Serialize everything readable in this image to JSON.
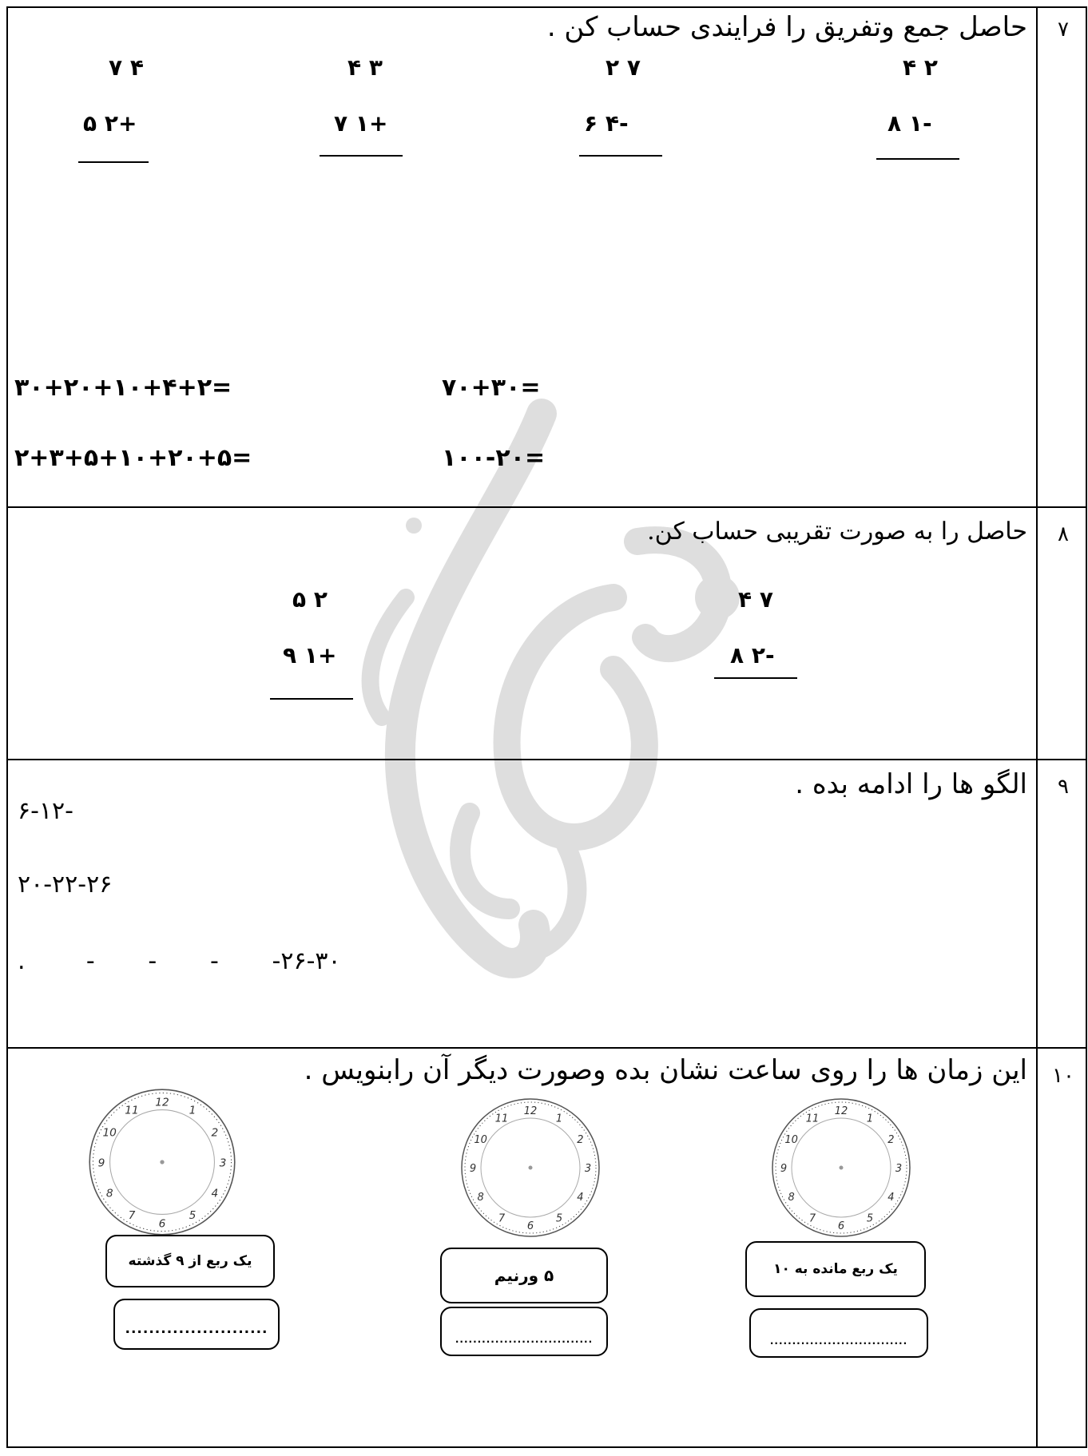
{
  "q7": {
    "number": "۷",
    "title": "حاصل جمع وتفریق را فرایندی حساب کن .",
    "problems": [
      {
        "top": "۴ ۷",
        "bottom": "+۲ ۵"
      },
      {
        "top": "۳ ۴",
        "bottom": "+۱ ۷"
      },
      {
        "top": "۷ ۲",
        "bottom": "-۴ ۶"
      },
      {
        "top": "۲ ۴",
        "bottom": "-۱ ۸"
      }
    ],
    "expressions": [
      "۳۰+۲۰+۱۰+۴+۲=",
      "۷۰+۳۰=",
      "۲+۳+۵+۱۰+۲۰+۵=",
      "۱۰۰-۲۰="
    ]
  },
  "q8": {
    "number": "۸",
    "title": "حاصل را به صورت تقریبی حساب کن.",
    "problems": [
      {
        "top": "۲ ۵",
        "bottom": "+۱ ۹"
      },
      {
        "top": "۷ ۴",
        "bottom": "-۲ ۸"
      }
    ]
  },
  "q9": {
    "number": "۹",
    "title": "الگو ها را ادامه بده .",
    "patterns": [
      "۶-۱۲-",
      "۲۰-۲۲-۲۶",
      ".        -       -       -       -۲۶-۳۰"
    ]
  },
  "q10": {
    "number": "۱۰",
    "title": "این زمان ها را روی ساعت نشان بده وصورت دیگر آن رابنویس .",
    "clocks": [
      {
        "label": "یک ربع از ۹ گذشته",
        "answer": "........................"
      },
      {
        "label": "۵ ورنیم",
        "answer": "..............................."
      },
      {
        "label": "یک ربع مانده به ۱۰",
        "answer": "..............................."
      }
    ],
    "clock_numbers": [
      "12",
      "1",
      "2",
      "3",
      "4",
      "5",
      "6",
      "7",
      "8",
      "9",
      "10",
      "11"
    ]
  }
}
